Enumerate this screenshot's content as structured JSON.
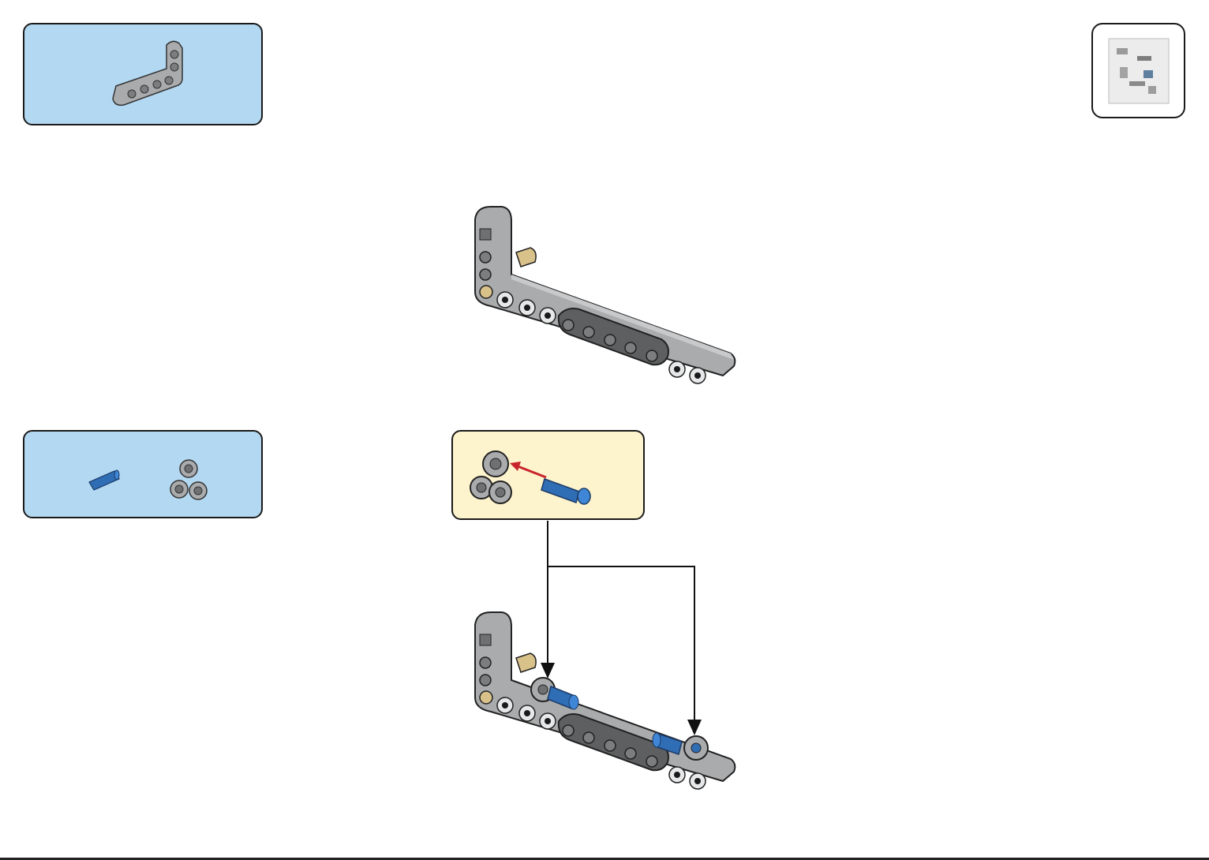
{
  "page": {
    "type": "building-instructions",
    "colors": {
      "parts_box_bg": "#b3d8f2",
      "callout_bg": "#fdf3cc",
      "light_gray_part": "#a9abad",
      "dark_gray_part": "#5d5f61",
      "tan_part": "#d9c18a",
      "blue_part": "#2f6db5",
      "arrow_red": "#c8242b"
    }
  },
  "steps": [
    {
      "parts_icons": [
        "l-beam-part-icon"
      ],
      "assembly": "l-beam-assembly"
    },
    {
      "parts_icons": [
        "blue-pin-part-icon",
        "pin-connector-part-icon"
      ],
      "assembly": "assembly-with-connectors"
    }
  ],
  "bag_icon": "parts-bag-icon"
}
